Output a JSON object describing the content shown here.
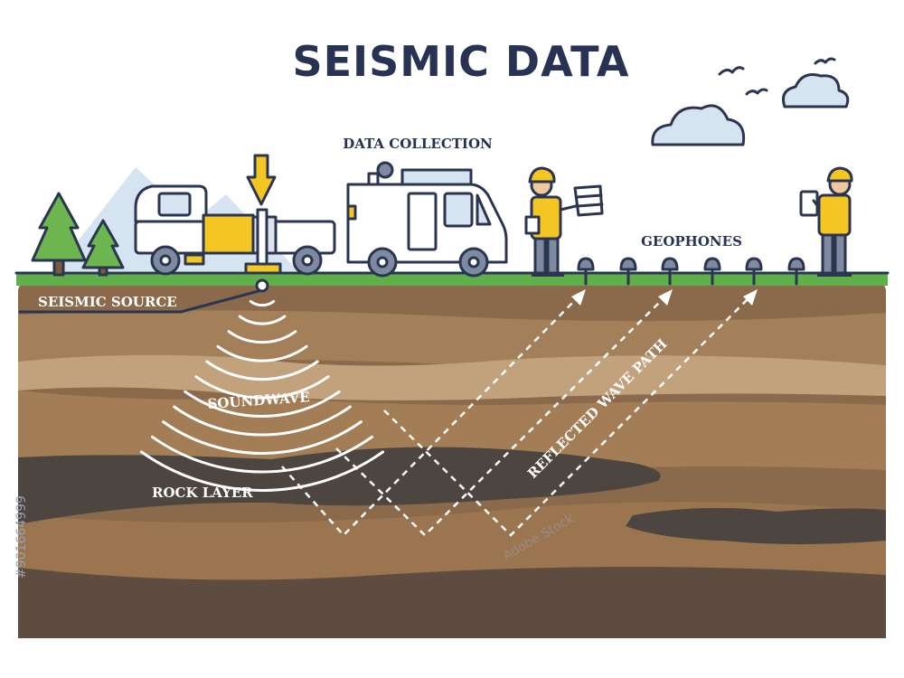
{
  "title": "SEISMIC DATA",
  "labels": {
    "data_collection": "DATA COLLECTION",
    "geophones": "GEOPHONES",
    "seismic_source": "SEISMIC SOURCE",
    "soundwave": "SOUNDWAVE",
    "rock_layer": "ROCK LAYER",
    "reflected_wave_path": "REFLECTED WAVE PATH"
  },
  "watermark": {
    "id": "#901664999",
    "brand": "Adobe Stock"
  },
  "colors": {
    "title": "#283353",
    "grass": "#5fb04b",
    "soil_top": "#8a6a4b",
    "soil_band": "#a4805a",
    "soil_light": "#b99b72",
    "soil_mid": "#8c6b4c",
    "rock": "#4c4540",
    "accent_yellow": "#f3c623",
    "sky_blue": "#c9d8ea"
  }
}
